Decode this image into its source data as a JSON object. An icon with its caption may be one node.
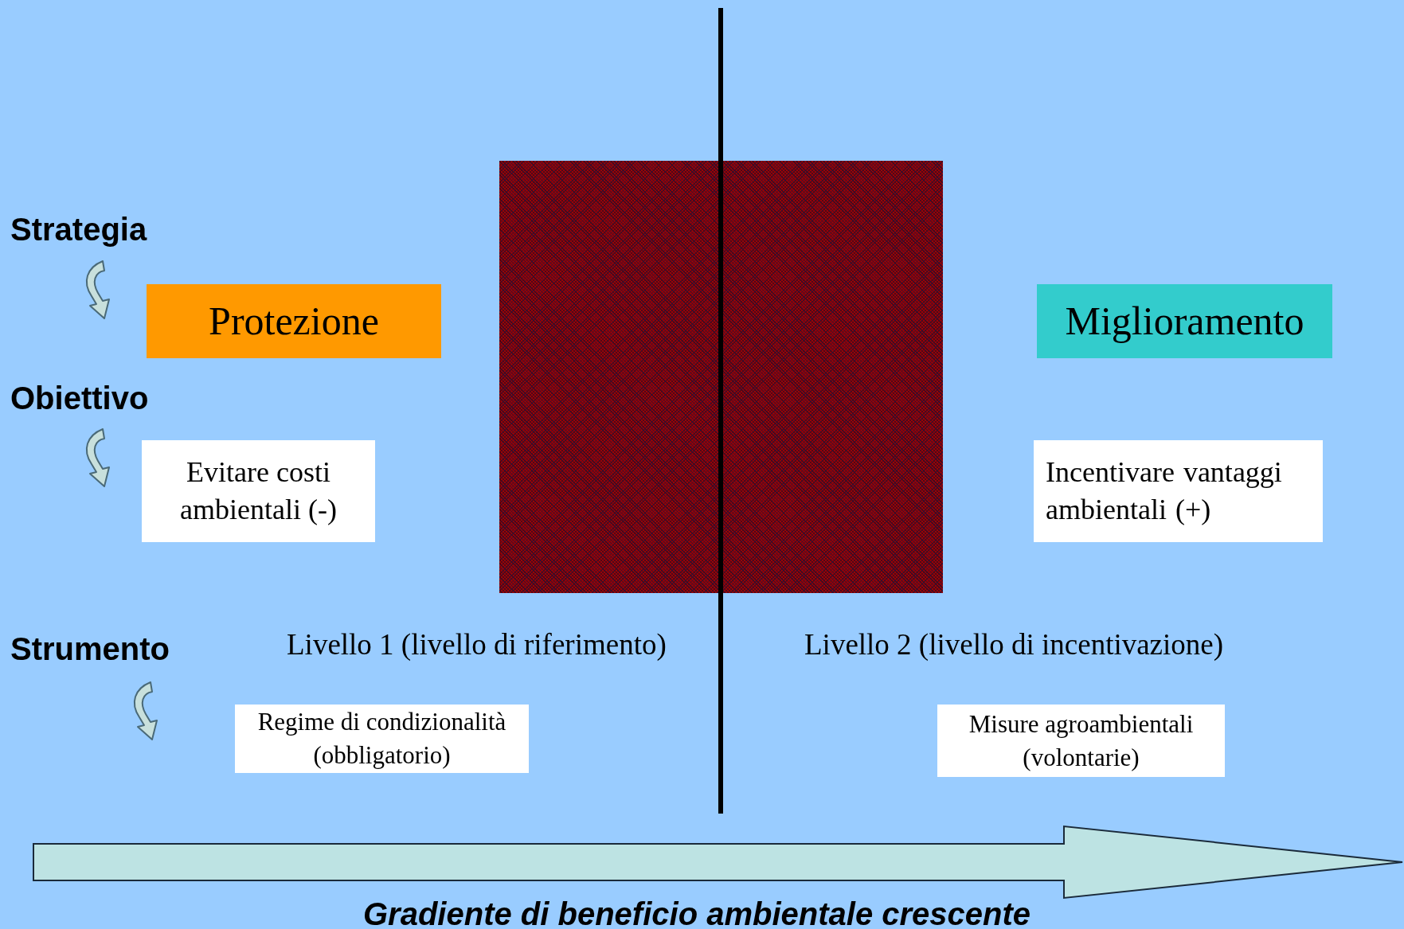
{
  "diagram": {
    "caption": "Gradiente di beneficio ambientale crescente",
    "nodes": [
      {
        "text": [
          "Protezione"
        ]
      },
      {
        "text": [
          "Miglioramento"
        ]
      },
      {
        "text": [
          "Evitare costi ambientali (-)"
        ]
      },
      {
        "text": [
          "Incentivare vantaggi ambientali (+)"
        ]
      },
      {
        "text": [
          "Regime di condizionalità (obbligatorio)"
        ]
      },
      {
        "text": [
          "Misure agroambientali (volontarie)"
        ]
      }
    ],
    "labels": [
      "Strategia",
      "Obiettivo",
      "Strumento",
      "Livello 1 (livello di riferimento)",
      "Livello 2 (livello di incentivazione)"
    ]
  }
}
